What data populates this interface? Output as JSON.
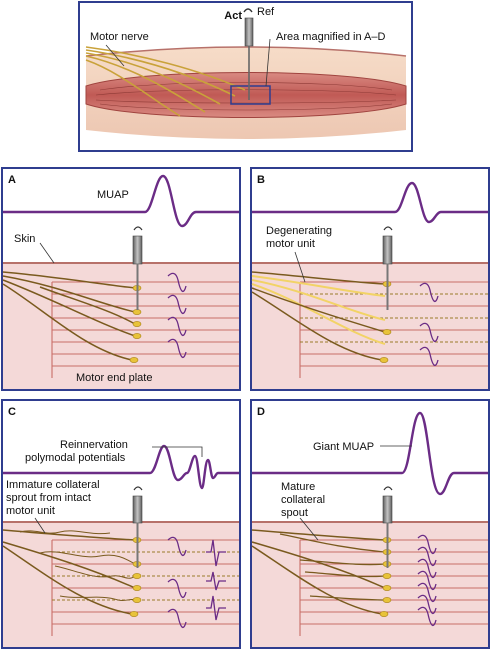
{
  "top": {
    "act": "Act",
    "ref": "Ref",
    "motor_nerve": "Motor nerve",
    "area_magnified": "Area magnified in A–D"
  },
  "panels": {
    "a": {
      "letter": "A",
      "muap": "MUAP",
      "skin": "Skin",
      "end_plate": "Motor end plate"
    },
    "b": {
      "letter": "B",
      "degenerating_1": "Degenerating",
      "degenerating_2": "motor unit"
    },
    "c": {
      "letter": "C",
      "reinnervation_1": "Reinnervation",
      "reinnervation_2": "polymodal potentials",
      "sprout_1": "Immature collateral",
      "sprout_2": "sprout from intact",
      "sprout_3": "motor unit"
    },
    "d": {
      "letter": "D",
      "giant": "Giant MUAP",
      "mature_1": "Mature",
      "mature_2": "collateral",
      "mature_3": "spout"
    }
  },
  "colors": {
    "frame": "#2f3d8f",
    "trace": "#6b2c86",
    "muscle": "#c96e68",
    "tissue": "#f4d9d8",
    "skin": "#b7716a",
    "nerve": "#7a5a1e",
    "degenerating": "#f2d366",
    "end_plate": "#e8c33a",
    "electrode": "#8e8e8e"
  }
}
